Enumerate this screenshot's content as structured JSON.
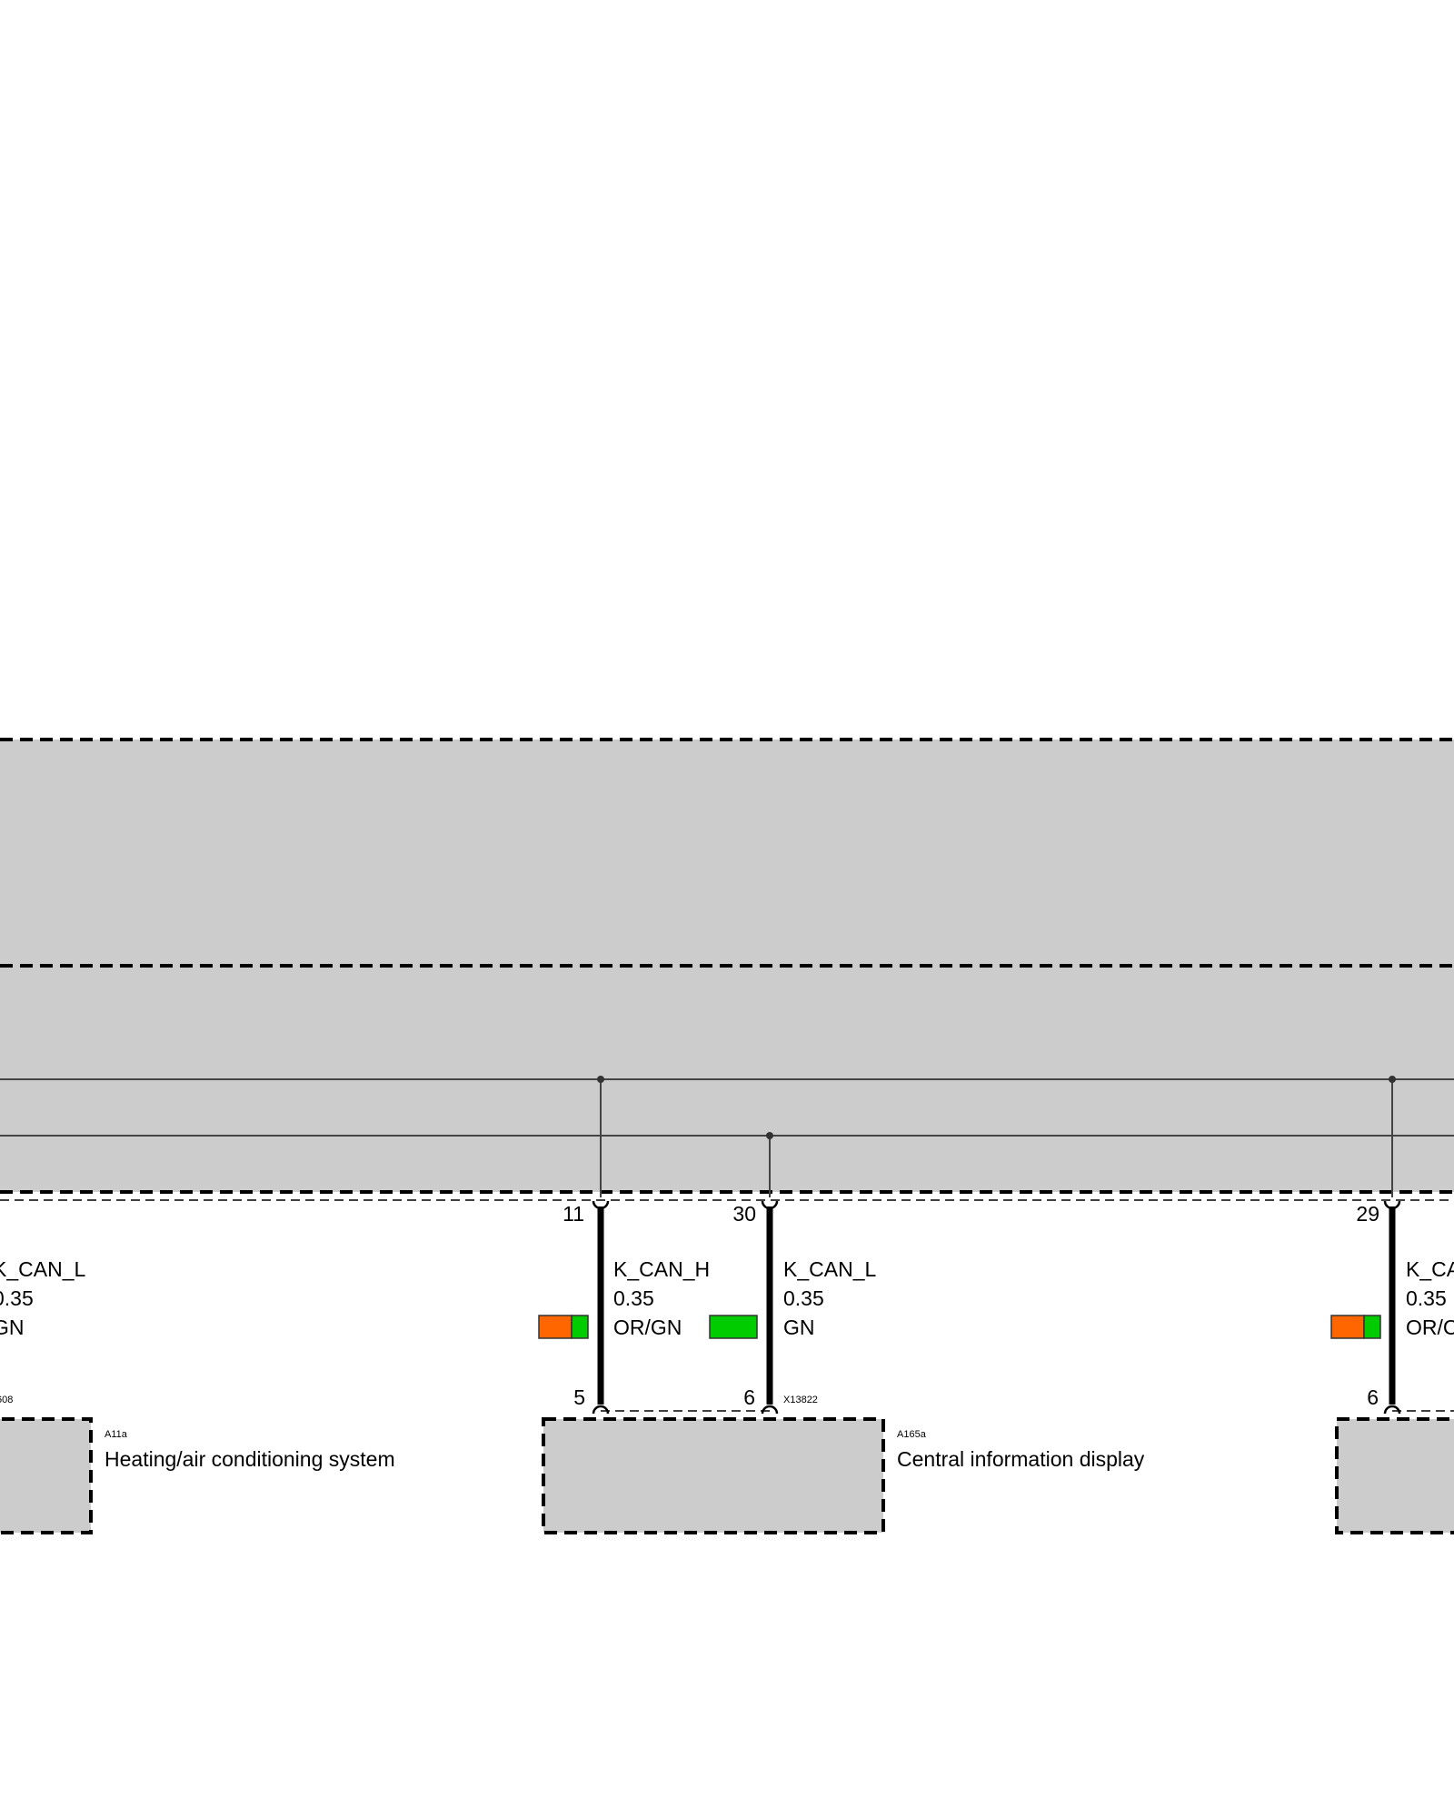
{
  "colors": {
    "box_fill": "#cccccc",
    "orange": "#ff6600",
    "green": "#00cc00",
    "line": "#444444"
  },
  "left_partial": {
    "signal": "K_CAN_L",
    "size": "0.35",
    "color_code": "GN",
    "connector": "608"
  },
  "wire_11_5": {
    "pin_top": "11",
    "pin_bottom": "5",
    "signal": "K_CAN_H",
    "size": "0.35",
    "color_code": "OR/GN"
  },
  "wire_30_6": {
    "pin_top": "30",
    "pin_bottom": "6",
    "signal": "K_CAN_L",
    "size": "0.35",
    "color_code": "GN",
    "connector": "X13822"
  },
  "wire_29_6": {
    "pin_top": "29",
    "pin_bottom": "6",
    "signal": "K_CA",
    "size": "0.35",
    "color_code": "OR/C"
  },
  "components": [
    {
      "id": "A11a",
      "name": "Heating/air conditioning system"
    },
    {
      "id": "A165a",
      "name": "Central information display"
    }
  ]
}
